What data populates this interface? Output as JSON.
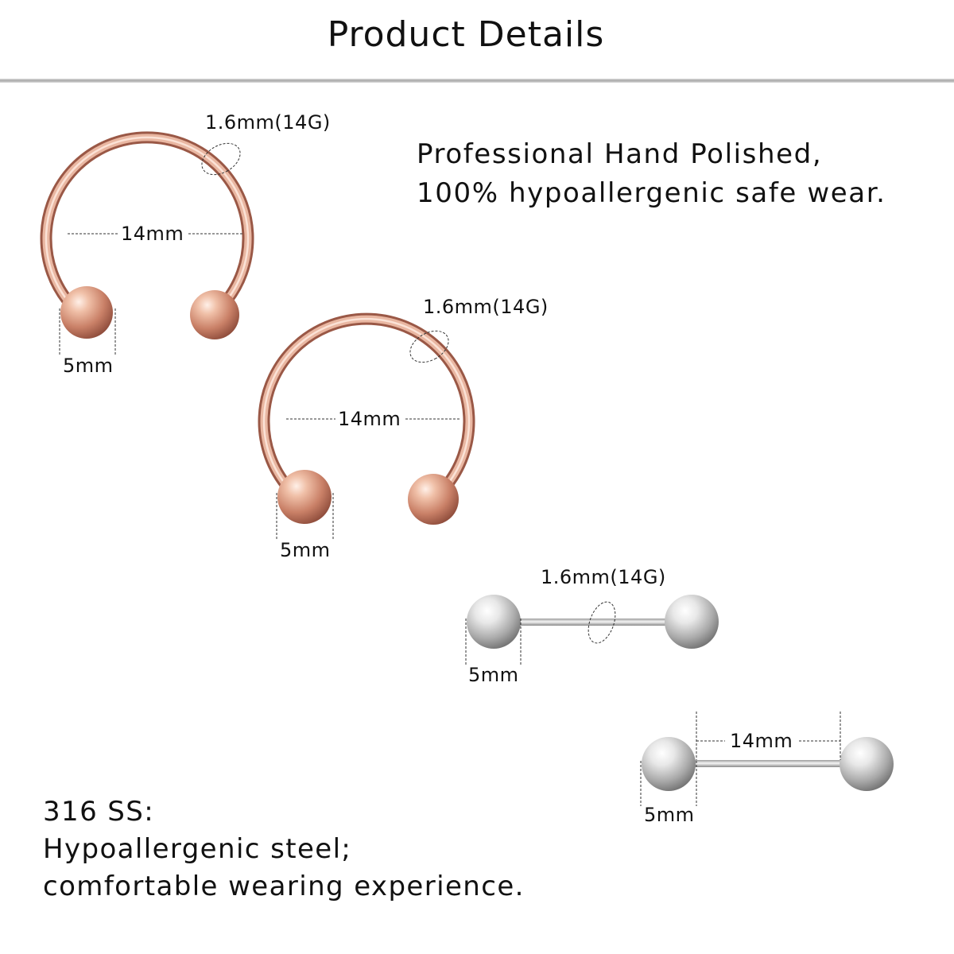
{
  "header": {
    "title": "Product Details"
  },
  "features": {
    "polish_line1": "Professional Hand Polished,",
    "polish_line2": "100% hypoallergenic safe wear."
  },
  "material": {
    "line1": "316 SS:",
    "line2": "Hypoallergenic steel;",
    "line3": "comfortable wearing experience."
  },
  "items": [
    {
      "kind": "horseshoe",
      "finish": "rose-gold",
      "gauge": "1.6mm(14G)",
      "diameter": "14mm",
      "ball": "5mm"
    },
    {
      "kind": "horseshoe",
      "finish": "rose-gold",
      "gauge": "1.6mm(14G)",
      "diameter": "14mm",
      "ball": "5mm"
    },
    {
      "kind": "barbell",
      "finish": "silver",
      "gauge": "1.6mm(14G)",
      "ball": "5mm"
    },
    {
      "kind": "barbell",
      "finish": "silver",
      "length": "14mm",
      "ball": "5mm"
    }
  ],
  "colors": {
    "rose_gold": "#d99e86",
    "rose_gold_dark": "#a8604c",
    "silver": "#d9d9d9",
    "text": "#111111",
    "rule": "#b5b5b5"
  }
}
